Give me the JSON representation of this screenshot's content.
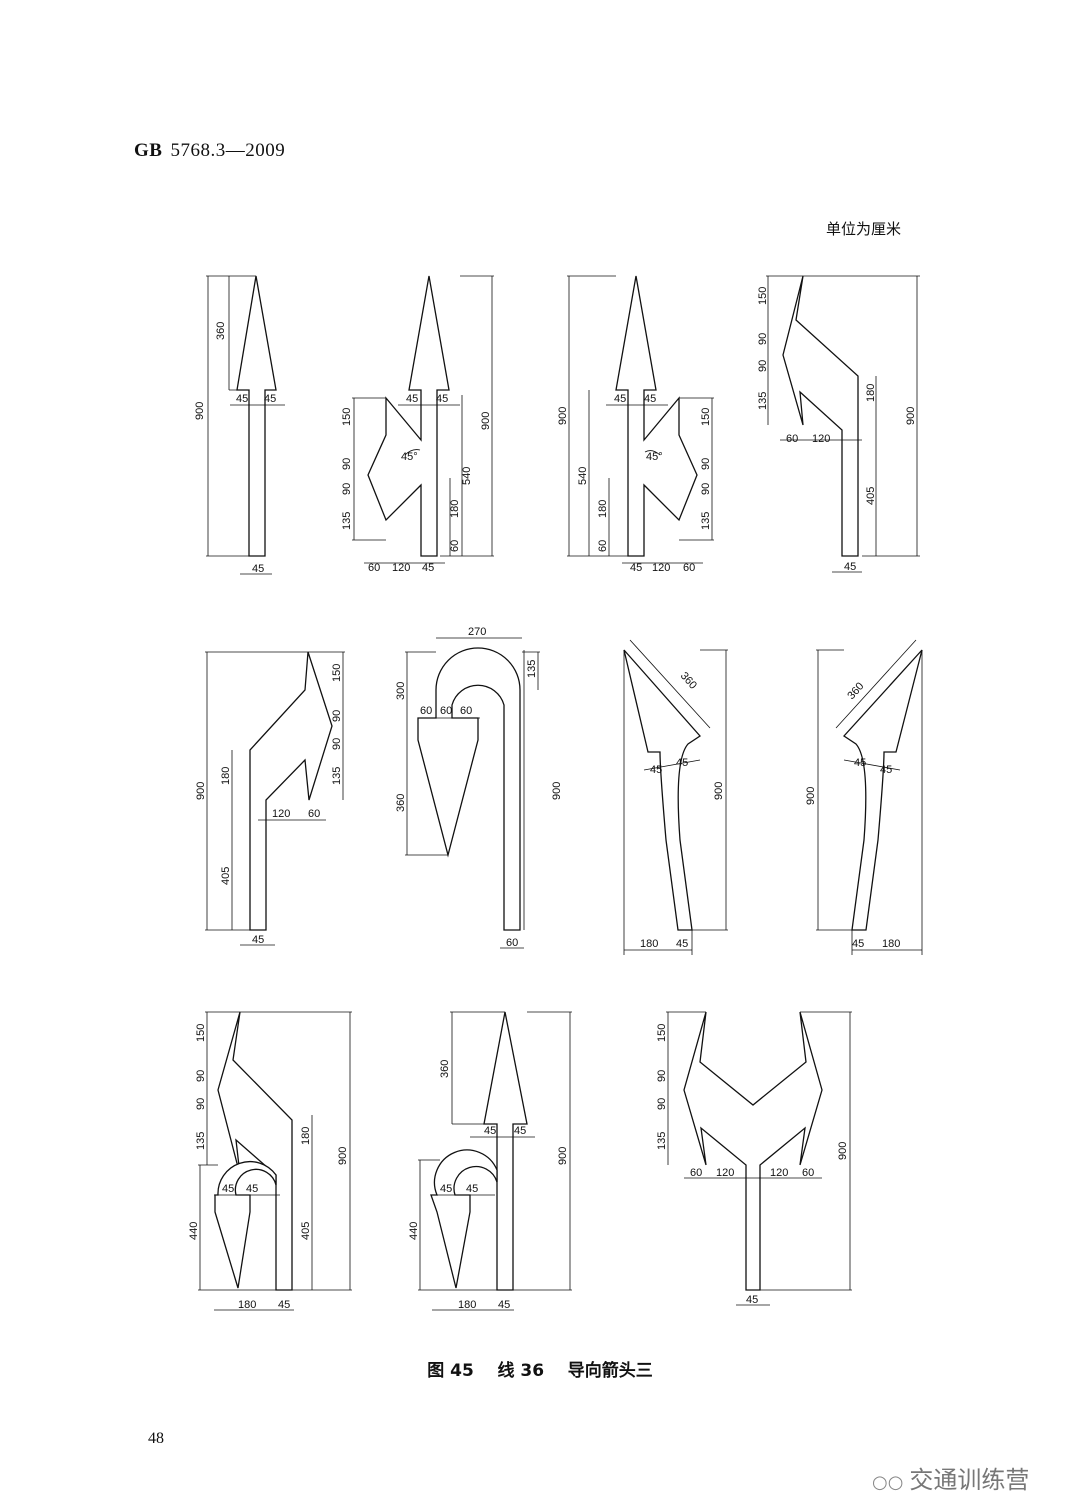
{
  "header": {
    "prefix": "GB",
    "code": "5768.3—2009"
  },
  "unit_note": "单位为厘米",
  "caption": {
    "fig": "图 45",
    "line": "线 36",
    "title": "导向箭头三"
  },
  "page_number": "48",
  "watermark": {
    "icon": "wechat-icon",
    "text": "交通训练营"
  },
  "dims": {
    "d45": "45",
    "d60": "60",
    "d90": "90",
    "d120": "120",
    "d135": "135",
    "d150": "150",
    "d180": "180",
    "d270": "270",
    "d300": "300",
    "d360": "360",
    "d405": "405",
    "d440": "440",
    "d540": "540",
    "d900": "900",
    "deg45": "45°"
  }
}
